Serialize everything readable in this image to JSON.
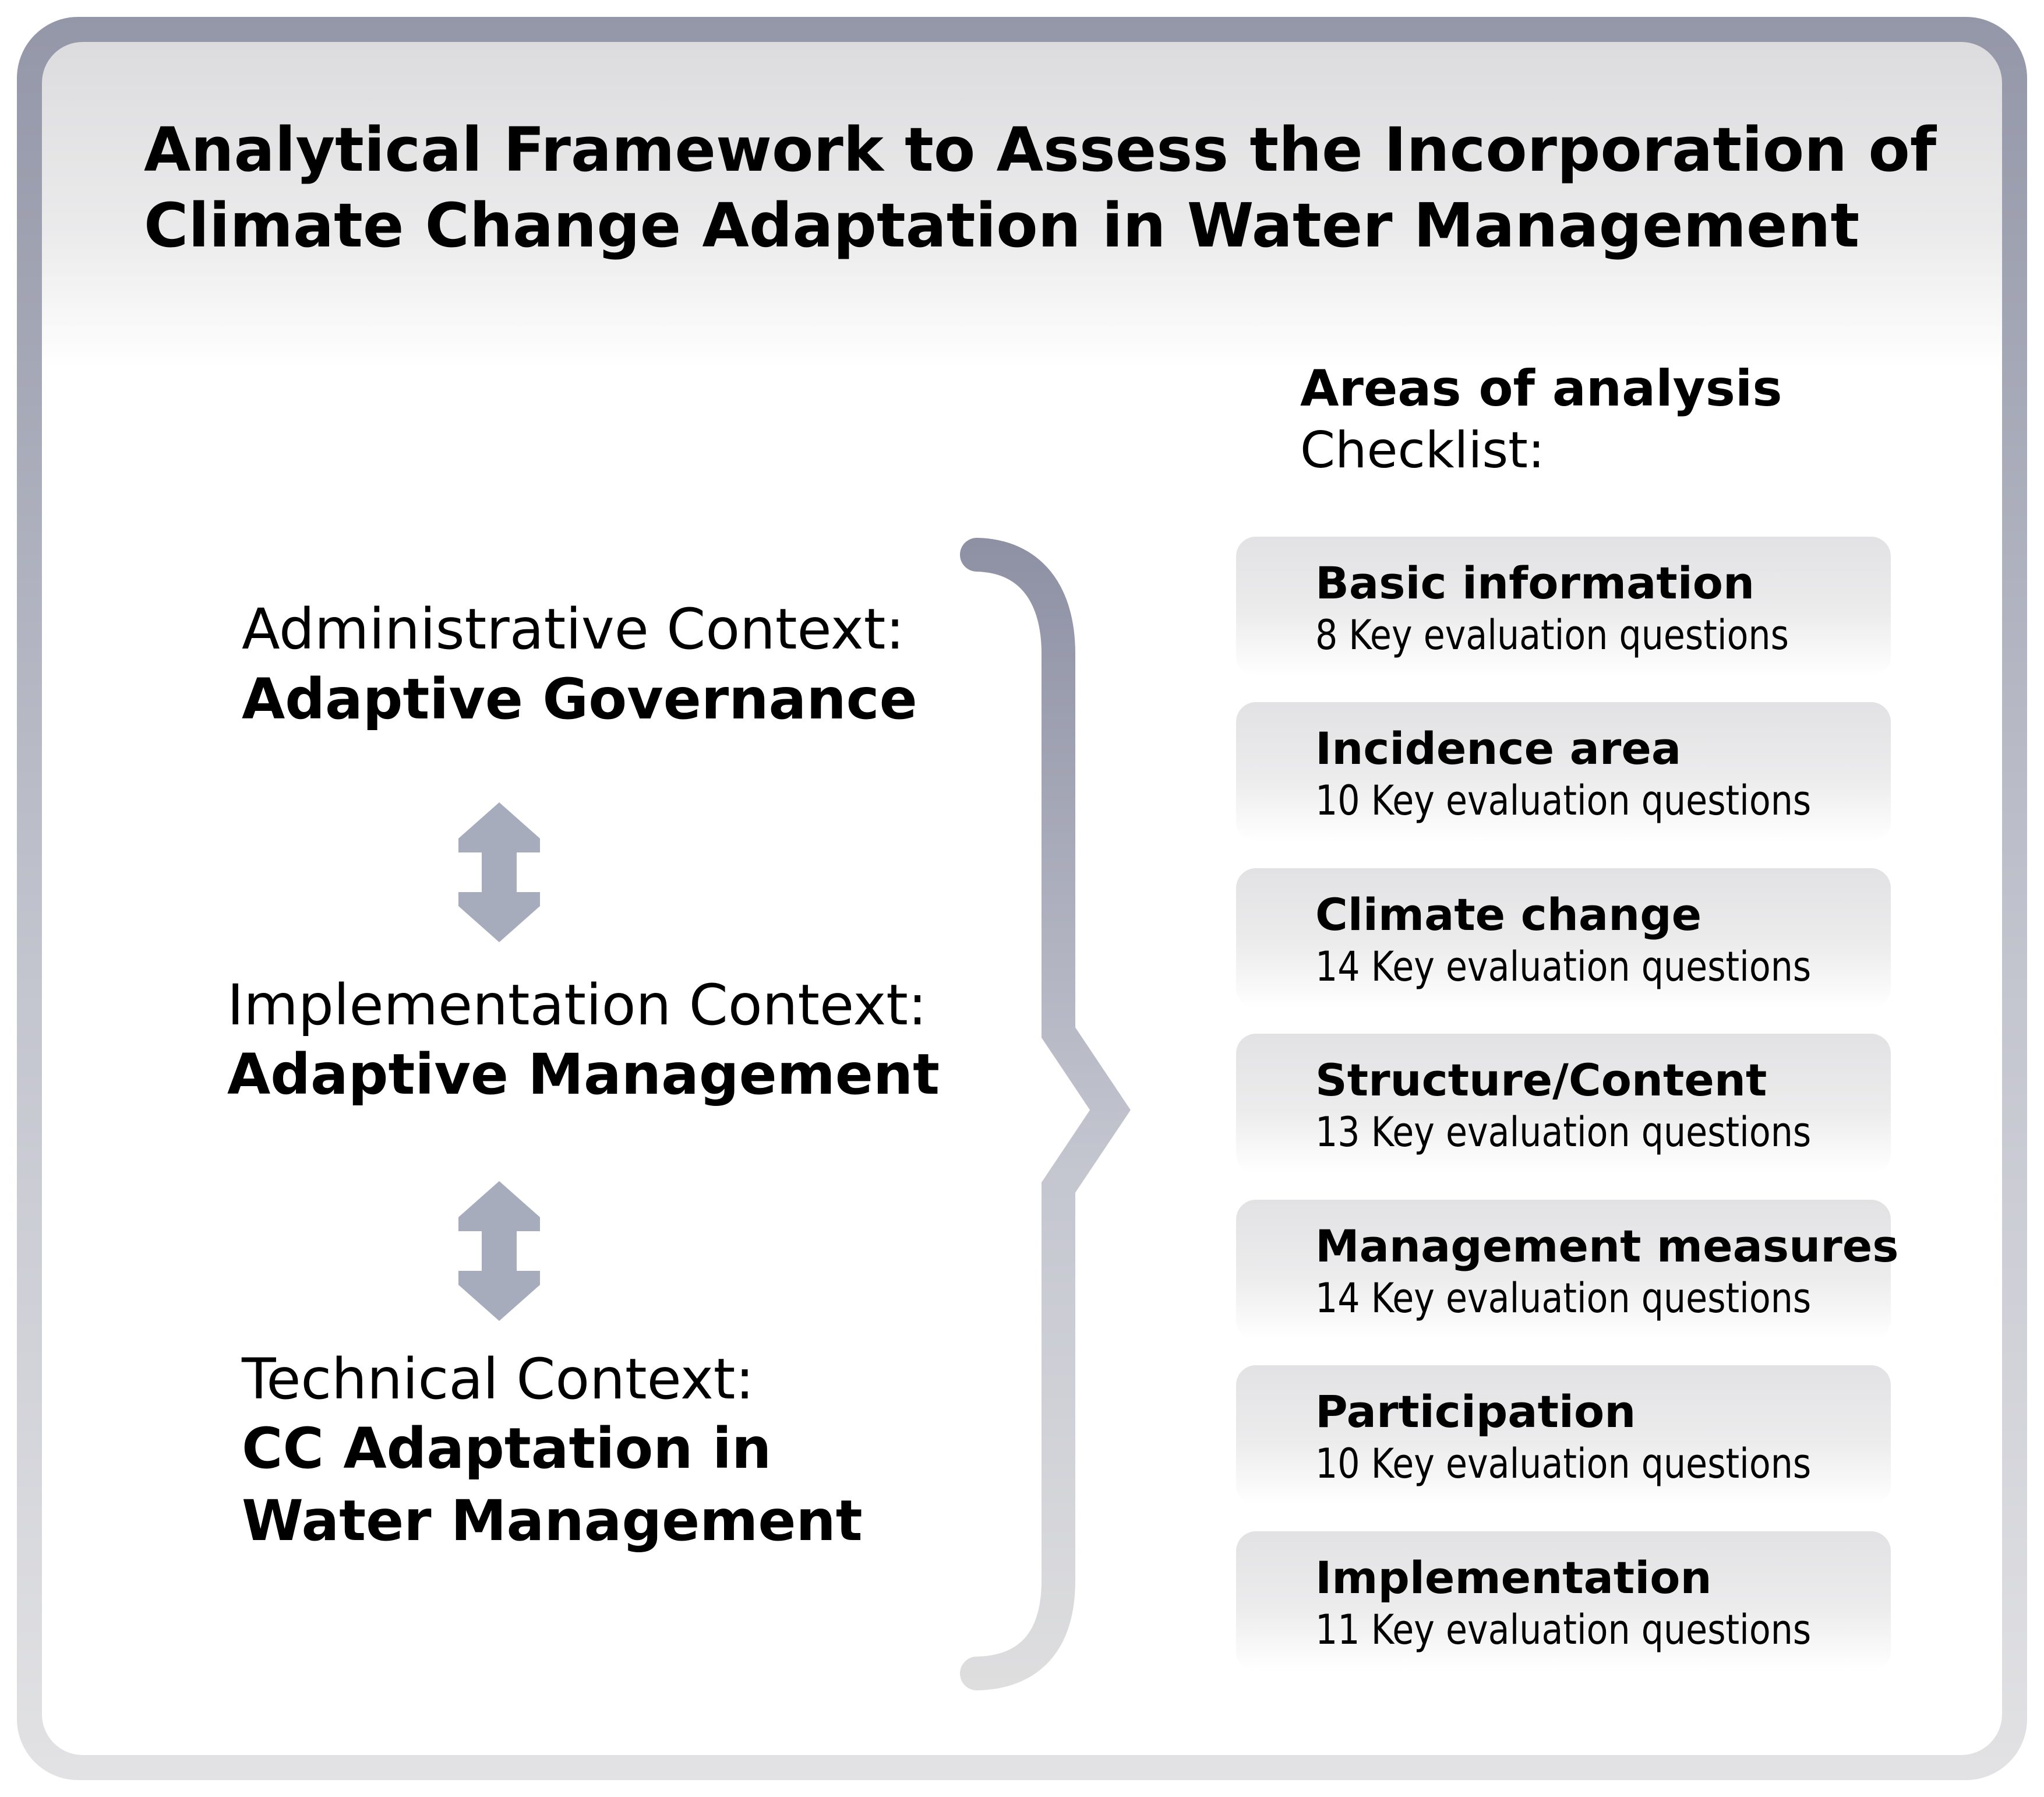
{
  "title": {
    "line1": "Analytical Framework to Assess the Incorporation of",
    "line2": "Climate Change Adaptation in Water Management"
  },
  "contexts": [
    {
      "label": "Administrative Context:",
      "value_lines": [
        "Adaptive Governance"
      ]
    },
    {
      "label": "Implementation Context:",
      "value_lines": [
        "Adaptive Management"
      ]
    },
    {
      "label": "Technical Context:",
      "value_lines": [
        "CC Adaptation in",
        "Water Management"
      ]
    }
  ],
  "areas": {
    "heading": "Areas of analysis",
    "subheading": "Checklist:",
    "items": [
      {
        "title": "Basic information",
        "detail": "8 Key evaluation questions"
      },
      {
        "title": "Incidence area",
        "detail": "10 Key evaluation questions"
      },
      {
        "title": "Climate change",
        "detail": "14 Key evaluation questions"
      },
      {
        "title": "Structure/Content",
        "detail": "13 Key evaluation questions"
      },
      {
        "title": "Management measures",
        "detail": "14 Key evaluation questions"
      },
      {
        "title": "Participation",
        "detail": "10 Key evaluation questions"
      },
      {
        "title": "Implementation",
        "detail": "11 Key evaluation questions"
      }
    ]
  },
  "colors": {
    "frame_dark": "#9497a8",
    "frame_light": "#e2e2e4",
    "arrow": "#a7acbd",
    "brace_top": "#8e91a4",
    "brace_bottom": "#dededf"
  }
}
